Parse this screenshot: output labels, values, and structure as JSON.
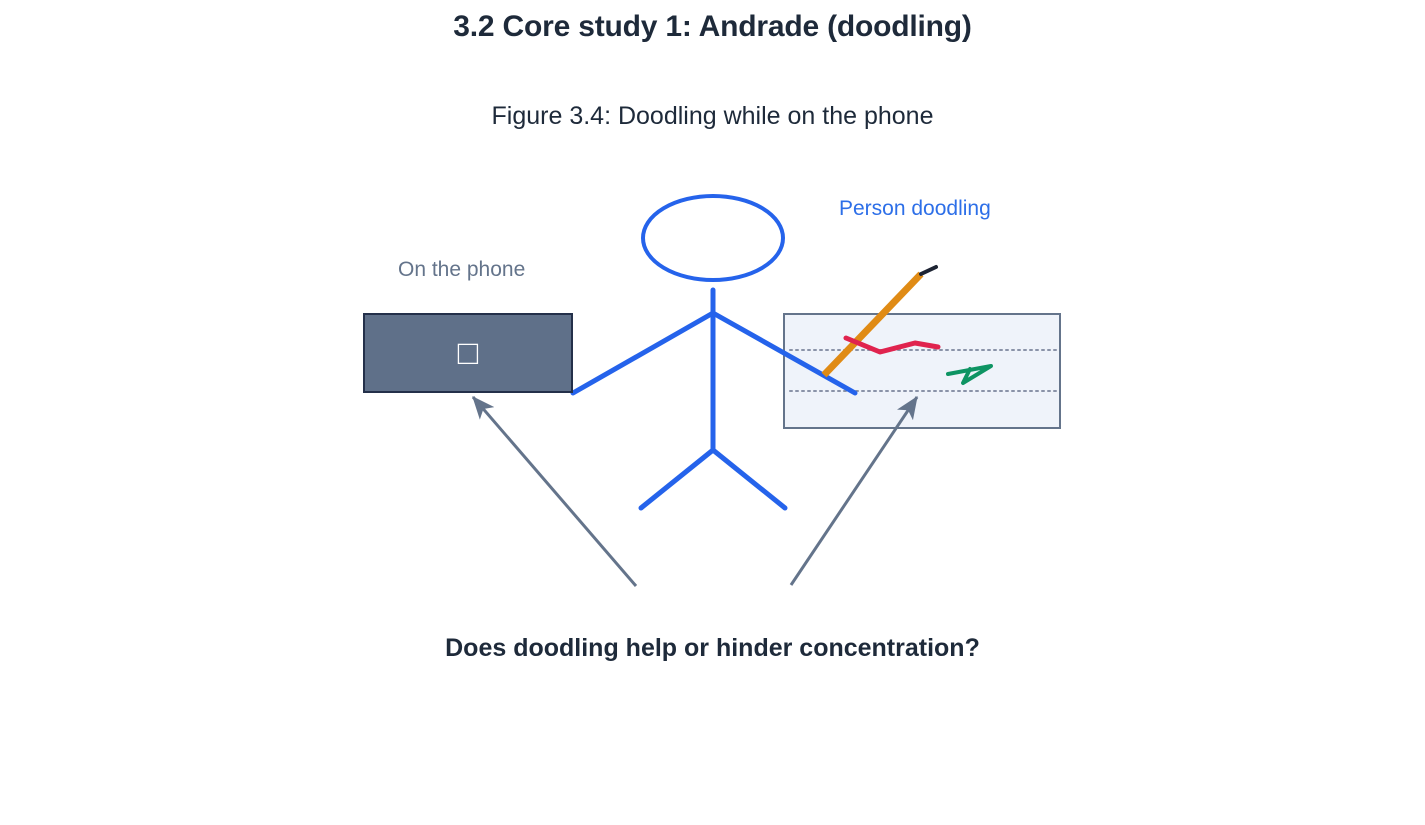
{
  "section": {
    "title": "3.2 Core study 1: Andrade (doodling)"
  },
  "figure": {
    "caption": "Figure 3.4: Doodling while on the phone",
    "closing_question": "Does doodling help or hinder concentration?",
    "labels": {
      "phone": "On the phone",
      "doodling": "Person doodling"
    },
    "phone_glyph": "□",
    "colors": {
      "heading_text": "#1e2a3a",
      "figure_person": "#2563eb",
      "label_doodling": "#2d6fe8",
      "label_phone": "#64748b",
      "phone_fill": "#5f7089",
      "phone_border": "#24304a",
      "notepad_fill": "#eff3fa",
      "notepad_border": "#64748b",
      "notepad_rule": "#8a93a8",
      "pencil_body": "#e08b15",
      "pencil_tip": "#1d2433",
      "doodle_red": "#e0234e",
      "doodle_green": "#0e9463",
      "leader_line": "#64748b"
    }
  },
  "diagram_parts": {
    "person_head": "head-ellipse",
    "person_body": "stick-figure-body",
    "phone": "phone-rectangle",
    "notepad": "notepad-rectangle",
    "pencil": "pencil",
    "doodle_scribble": "red-scribble-doodle",
    "doodle_arrow": "green-arrow-doodle",
    "leader_left": "leader-arrow-to-phone",
    "leader_right": "leader-arrow-to-notepad"
  }
}
